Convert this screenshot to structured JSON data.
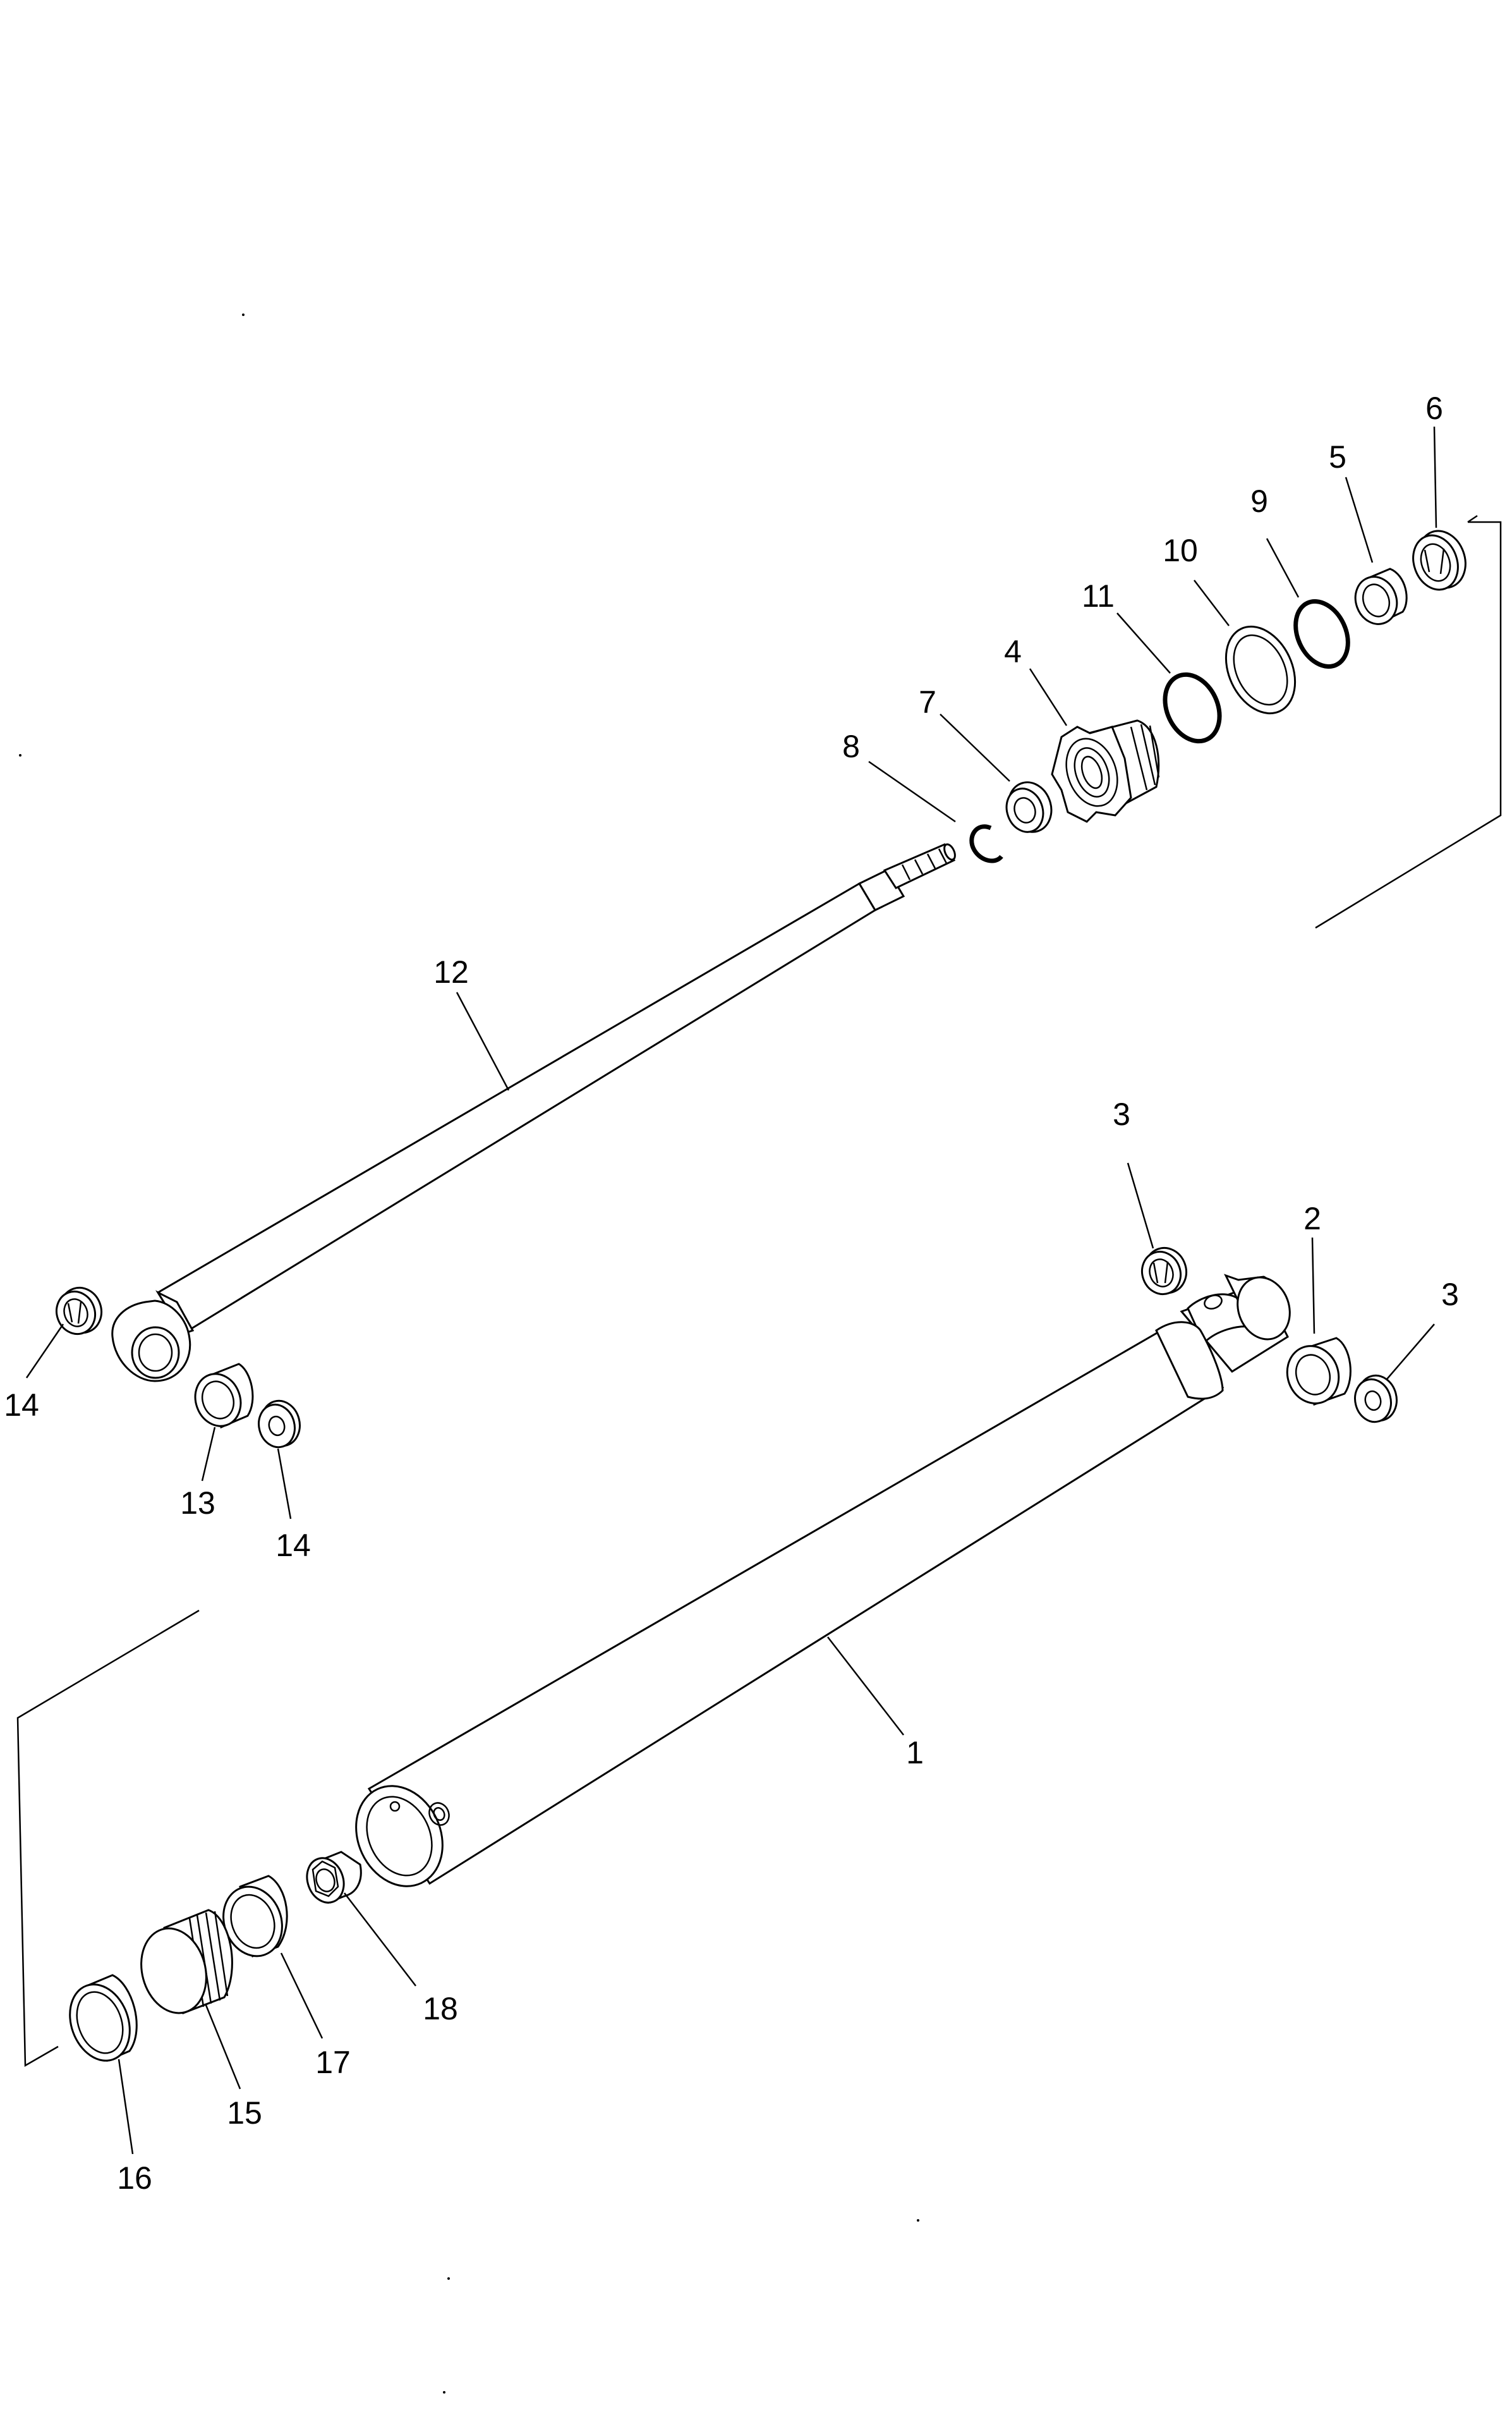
{
  "diagram": {
    "part_labels": [
      {
        "id": "p1",
        "text": "1"
      },
      {
        "id": "p2",
        "text": "2"
      },
      {
        "id": "p3a",
        "text": "3"
      },
      {
        "id": "p3b",
        "text": "3"
      },
      {
        "id": "p4",
        "text": "4"
      },
      {
        "id": "p5",
        "text": "5"
      },
      {
        "id": "p6",
        "text": "6"
      },
      {
        "id": "p7",
        "text": "7"
      },
      {
        "id": "p8",
        "text": "8"
      },
      {
        "id": "p9",
        "text": "9"
      },
      {
        "id": "p10",
        "text": "10"
      },
      {
        "id": "p11",
        "text": "11"
      },
      {
        "id": "p12",
        "text": "12"
      },
      {
        "id": "p13",
        "text": "13"
      },
      {
        "id": "p14a",
        "text": "14"
      },
      {
        "id": "p14b",
        "text": "14"
      },
      {
        "id": "p15",
        "text": "15"
      },
      {
        "id": "p16",
        "text": "16"
      },
      {
        "id": "p17",
        "text": "17"
      },
      {
        "id": "p18",
        "text": "18"
      }
    ]
  }
}
